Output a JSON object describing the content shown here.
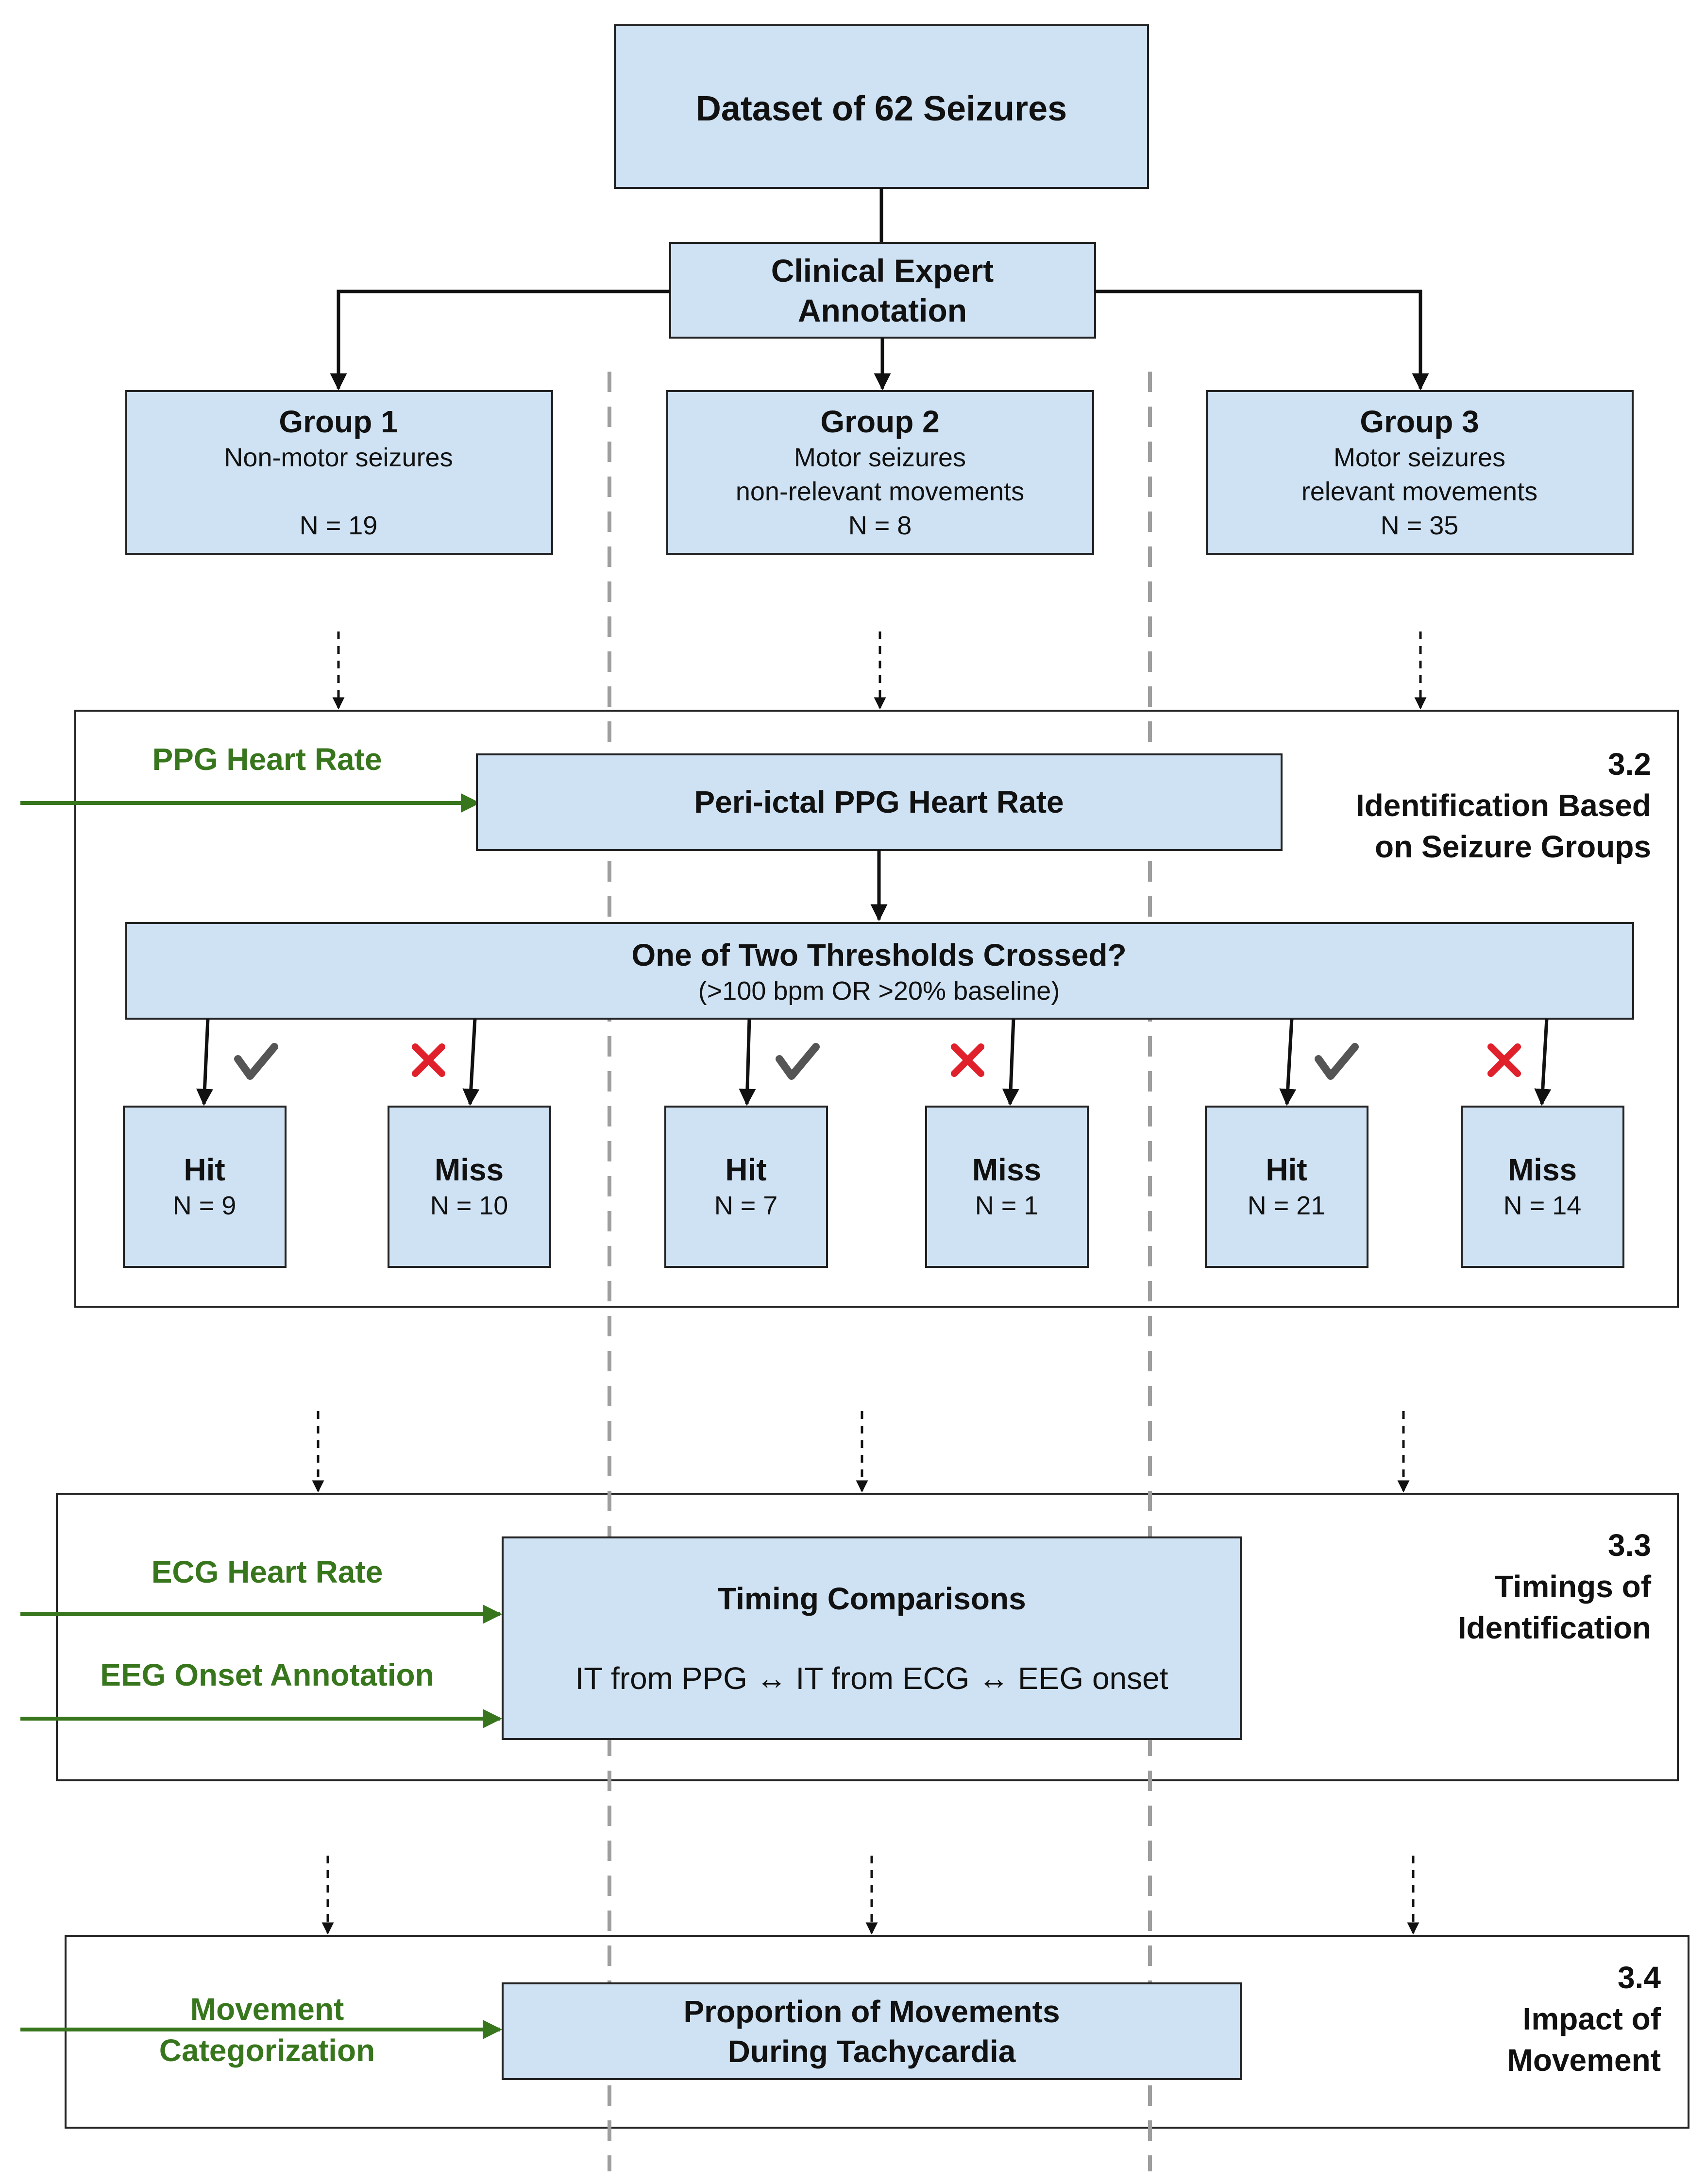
{
  "root": {
    "title": "Dataset of 62 Seizures"
  },
  "annotation": {
    "line1": "Clinical Expert",
    "line2": "Annotation"
  },
  "groups": [
    {
      "title": "Group 1",
      "line1": "Non-motor seizures",
      "line2": "",
      "count": "N = 19"
    },
    {
      "title": "Group 2",
      "line1": "Motor seizures",
      "line2": "non-relevant movements",
      "count": "N = 8"
    },
    {
      "title": "Group 3",
      "line1": "Motor seizures",
      "line2": "relevant movements",
      "count": "N = 35"
    }
  ],
  "section_32": {
    "number": "3.2",
    "title_line1": "Identification Based",
    "title_line2": "on Seizure Groups",
    "input_label": "PPG Heart Rate",
    "heart_rate_box": "Peri-ictal PPG Heart Rate",
    "threshold_title": "One of Two Thresholds Crossed?",
    "threshold_subtitle": "(>100 bpm OR >20% baseline)",
    "outcomes": [
      {
        "label": "Hit",
        "count": "N = 9",
        "mark": "check-icon"
      },
      {
        "label": "Miss",
        "count": "N = 10",
        "mark": "cross-icon"
      },
      {
        "label": "Hit",
        "count": "N = 7",
        "mark": "check-icon"
      },
      {
        "label": "Miss",
        "count": "N = 1",
        "mark": "cross-icon"
      },
      {
        "label": "Hit",
        "count": "N = 21",
        "mark": "check-icon"
      },
      {
        "label": "Miss",
        "count": "N = 14",
        "mark": "cross-icon"
      }
    ]
  },
  "section_33": {
    "number": "3.3",
    "title_line1": "Timings of",
    "title_line2": "Identification",
    "input1": "ECG Heart Rate",
    "input2": "EEG Onset Annotation",
    "box_title": "Timing Comparisons",
    "box_text": "IT from PPG ↔ IT from ECG ↔ EEG onset"
  },
  "section_34": {
    "number": "3.4",
    "title_line1": "Impact of",
    "title_line2": "Movement",
    "input_line1": "Movement",
    "input_line2": "Categorization",
    "box_line1": "Proportion of Movements",
    "box_line2": "During Tachycardia"
  },
  "colors": {
    "box_fill": "#cfe2f3",
    "input_green": "#38761d",
    "check_gray": "#555555",
    "cross_red": "#e0202a",
    "divider_gray": "#9e9e9e"
  }
}
